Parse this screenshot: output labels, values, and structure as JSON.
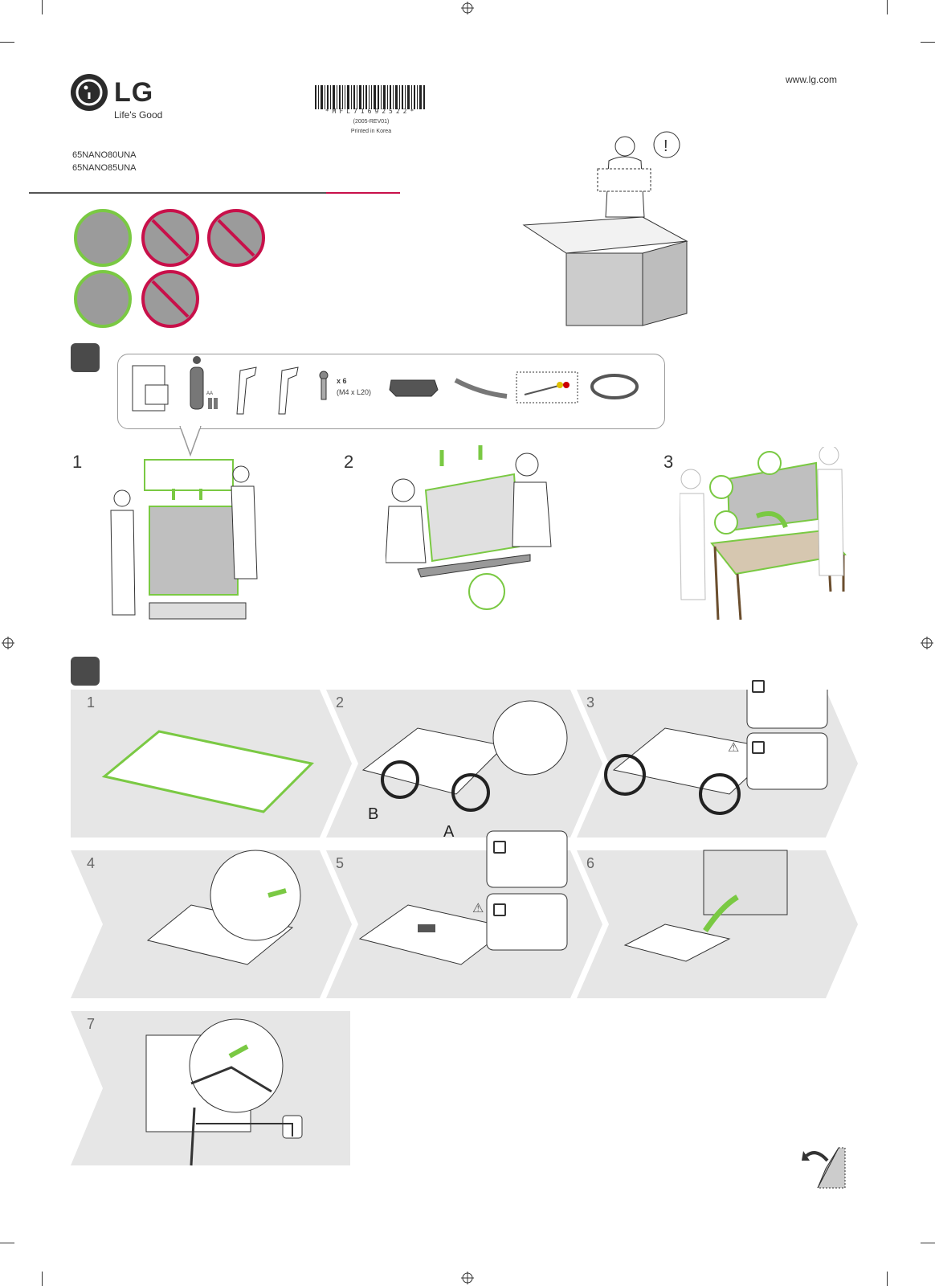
{
  "header": {
    "brand": "LG",
    "tagline": "Life's Good",
    "url": "www.lg.com",
    "models": [
      "65NANO80UNA",
      "65NANO85UNA"
    ],
    "barcode_text": "*MFL71692522*",
    "revision": "(2005-REV01)",
    "printed": "Printed in Korea"
  },
  "colors": {
    "accent_green": "#7ac943",
    "accent_red": "#c8104a",
    "panel_gray": "#e6e6e6"
  },
  "handling_icons": [
    {
      "name": "carry-by-two-ok",
      "status": "ok"
    },
    {
      "name": "carry-one-person-no",
      "status": "no"
    },
    {
      "name": "carry-flat-no",
      "status": "no"
    },
    {
      "name": "hold-edge-ok",
      "status": "ok"
    },
    {
      "name": "press-screen-no",
      "status": "no"
    }
  ],
  "accessories": {
    "screw_qty": "x 6",
    "screw_spec": "(M4 x L20)",
    "battery_label": "AA"
  },
  "unpack_steps": [
    "1",
    "2",
    "3"
  ],
  "assembly_steps": [
    "1",
    "2",
    "3",
    "4",
    "5",
    "6",
    "7"
  ],
  "labels": {
    "stand_b": "B",
    "stand_a": "A"
  }
}
